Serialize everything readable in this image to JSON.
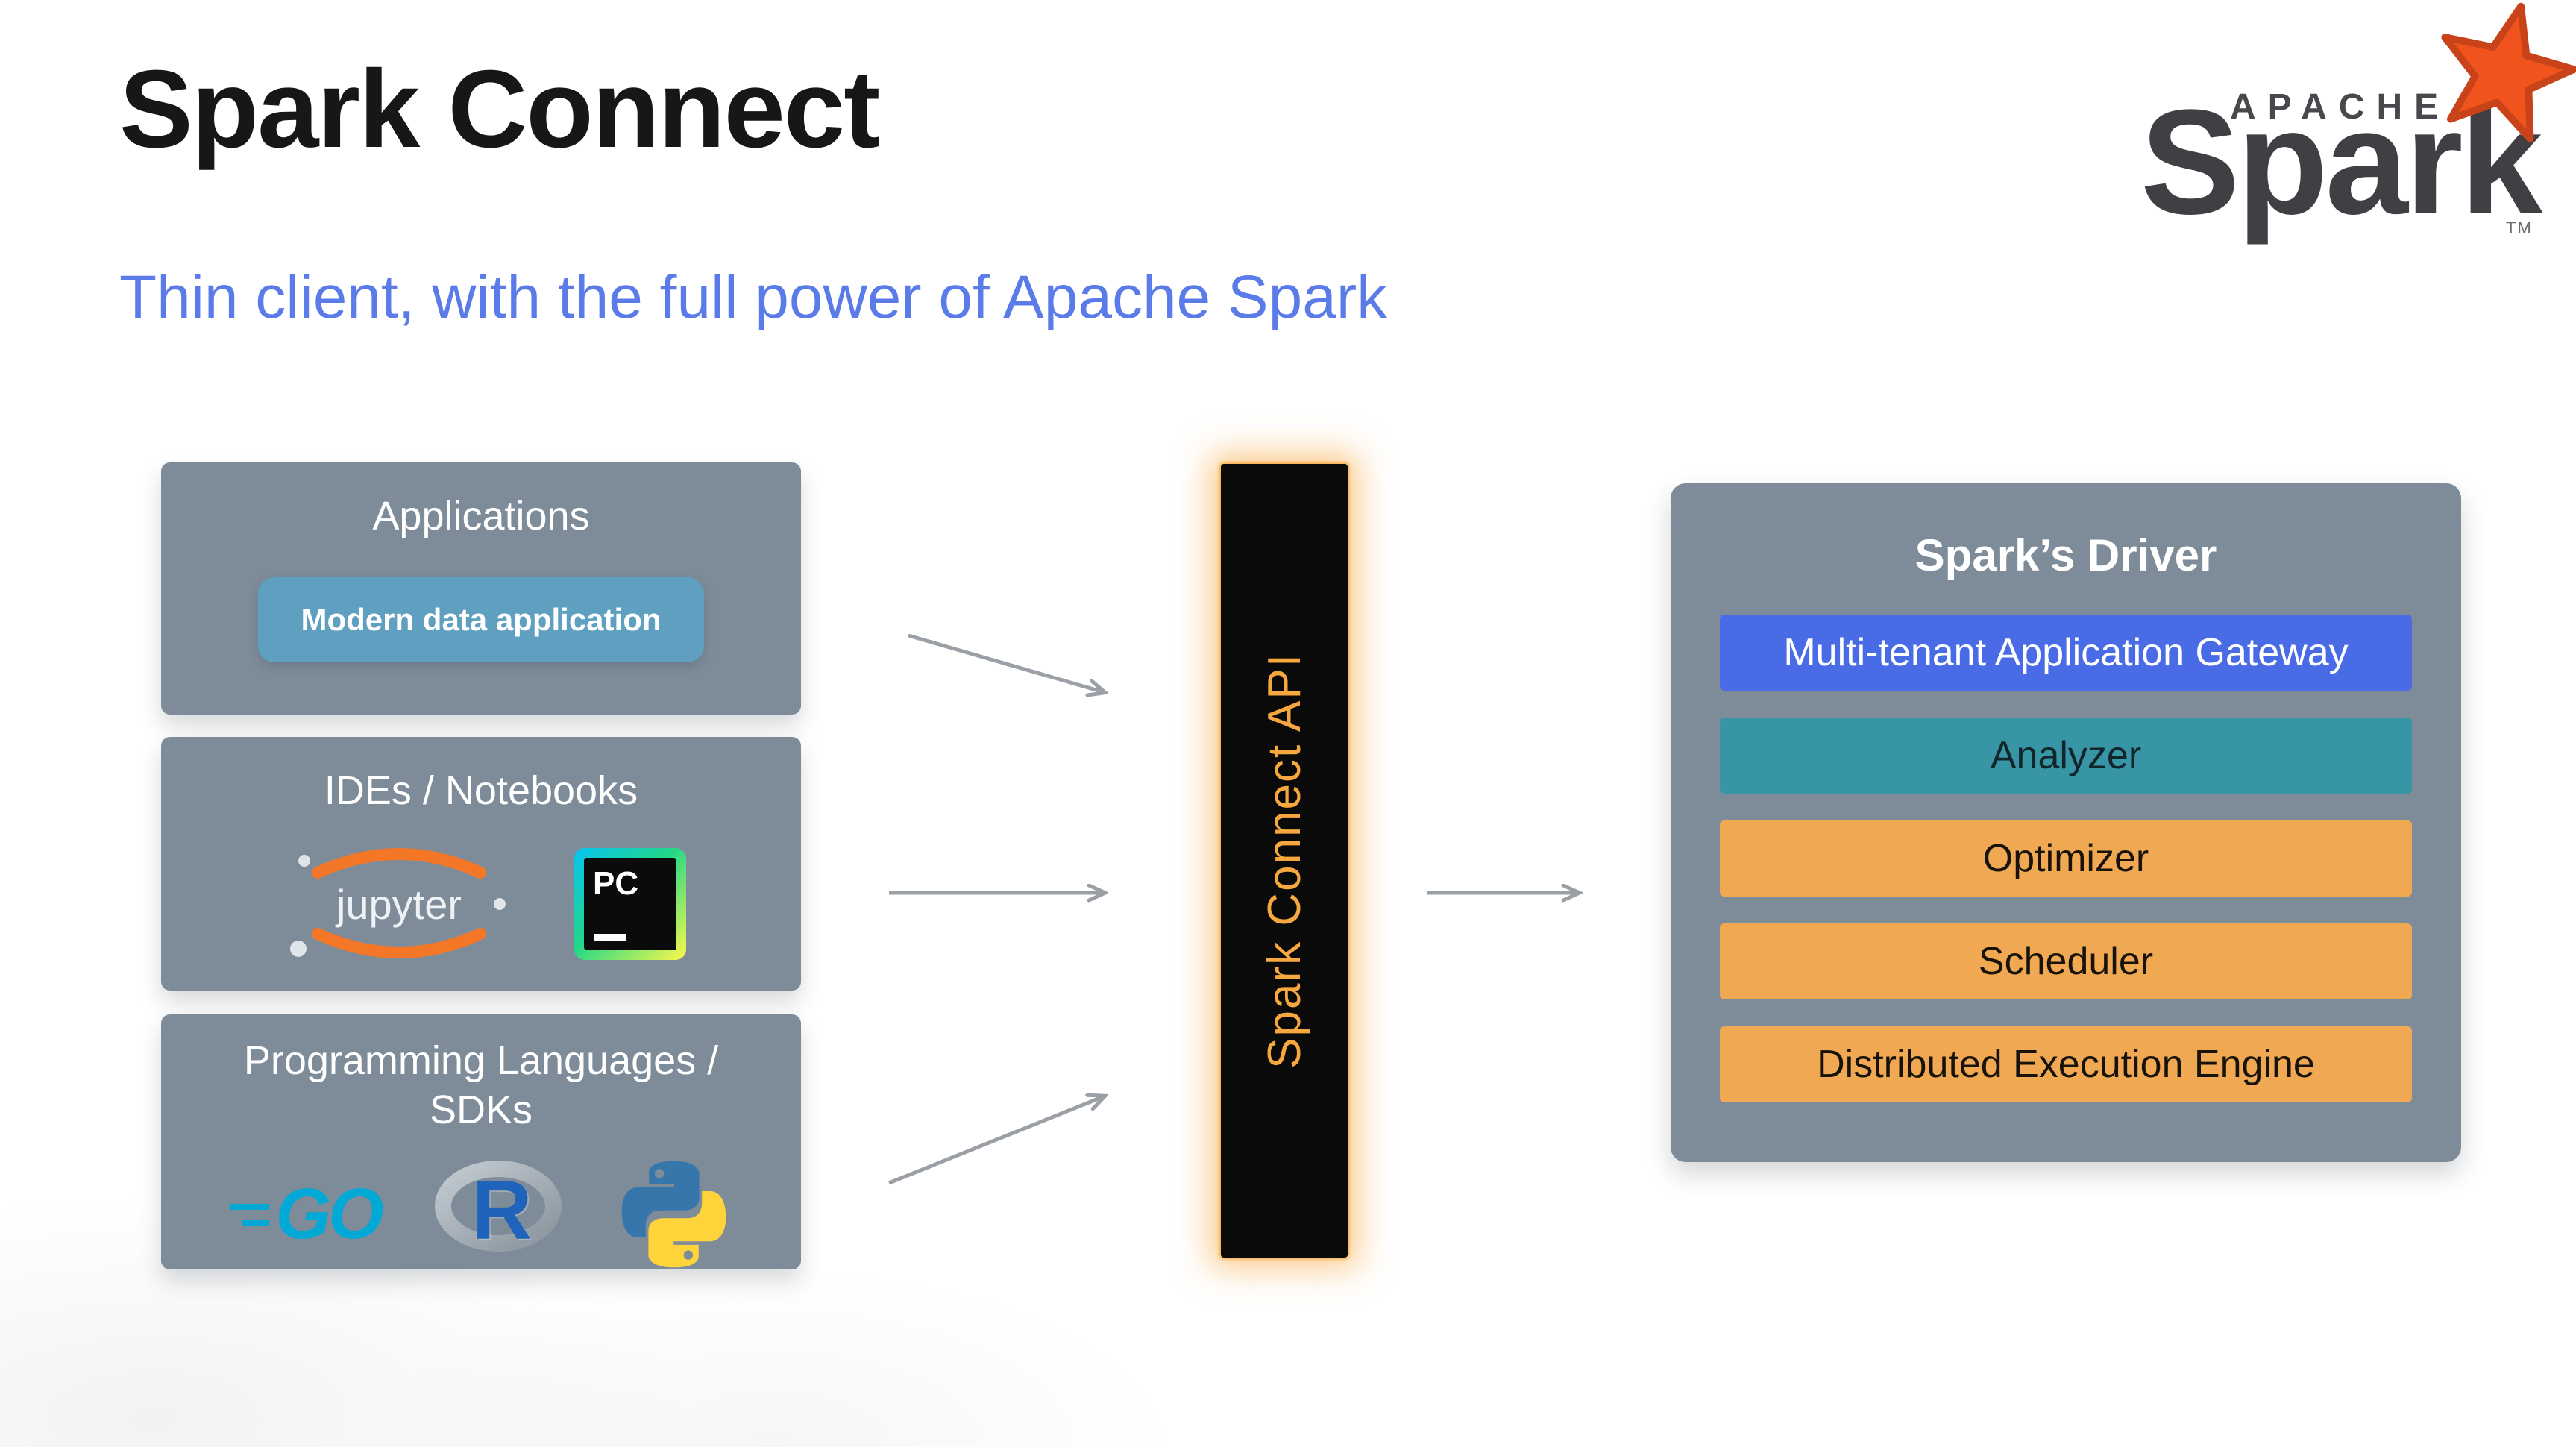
{
  "slide": {
    "title": "Spark Connect",
    "subtitle": "Thin client, with the full power of Apache Spark"
  },
  "spark_logo": {
    "apache": "APACHE",
    "spark": "Spark",
    "tm": "TM"
  },
  "sources": {
    "applications": {
      "title": "Applications",
      "chip": "Modern data application"
    },
    "ides": {
      "title": "IDEs / Notebooks",
      "jupyter": "jupyter",
      "pycharm": "PC"
    },
    "languages": {
      "title": "Programming Languages / SDKs",
      "go": "GO",
      "r": "R"
    }
  },
  "connector": {
    "label": "Spark Connect API"
  },
  "driver": {
    "title": "Spark’s Driver",
    "rows": [
      {
        "label": "Multi-tenant Application Gateway",
        "color": "#4a6be6"
      },
      {
        "label": "Analyzer",
        "color": "#3895a6"
      },
      {
        "label": "Optimizer",
        "color": "#f0a952"
      },
      {
        "label": "Scheduler",
        "color": "#f0a952"
      },
      {
        "label": "Distributed Execution Engine",
        "color": "#f0a952"
      }
    ]
  },
  "colors": {
    "subtitle_blue": "#5b7ce8",
    "panel_gray": "#7e8c9a",
    "chip_blue": "#5f9fbf",
    "connector_bg": "#0a0a0a",
    "connector_text": "#f6a83e",
    "connector_glow": "#f69d29",
    "arrow_gray": "#9aa0a6",
    "jupyter_orange": "#f37726",
    "go_cyan": "#00a9d6",
    "r_blue": "#2063ba",
    "spark_logo_orange": "#f0541c",
    "spark_logo_gray": "#413f44"
  }
}
